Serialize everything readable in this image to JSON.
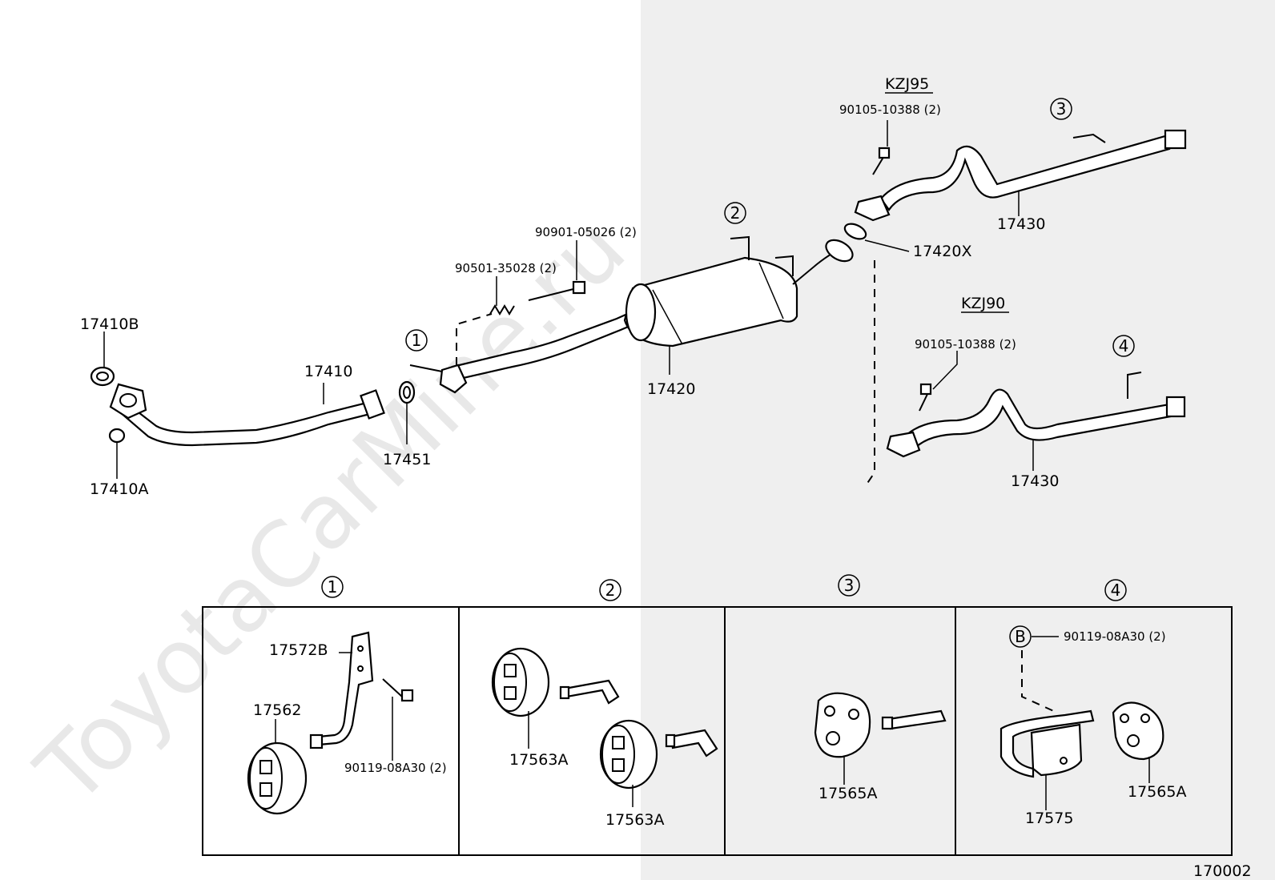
{
  "watermark": "ToyotaCarMine.ru",
  "figure_code": "170002",
  "variants": {
    "kzj95": "KZJ95",
    "kzj90": "KZJ90"
  },
  "parts": {
    "p17410B": "17410B",
    "p17410": "17410",
    "p17410A": "17410A",
    "p17451": "17451",
    "p90501": "90501-35028 (2)",
    "p90901": "90901-05026 (2)",
    "p17420": "17420",
    "p17420X": "17420X",
    "p90105a": "90105-10388 (2)",
    "p17430a": "17430",
    "p90105b": "90105-10388 (2)",
    "p17430b": "17430"
  },
  "callouts": {
    "c1": "1",
    "c2": "2",
    "c3": "3",
    "c4": "4",
    "cb": "B"
  },
  "details": {
    "d1": {
      "p17572B": "17572B",
      "p17562": "17562",
      "p90119": "90119-08A30 (2)"
    },
    "d2": {
      "p17563A_1": "17563A",
      "p17563A_2": "17563A"
    },
    "d3": {
      "p17565A": "17565A"
    },
    "d4": {
      "p90119": "90119-08A30 (2)",
      "p17575": "17575",
      "p17565A": "17565A"
    }
  }
}
